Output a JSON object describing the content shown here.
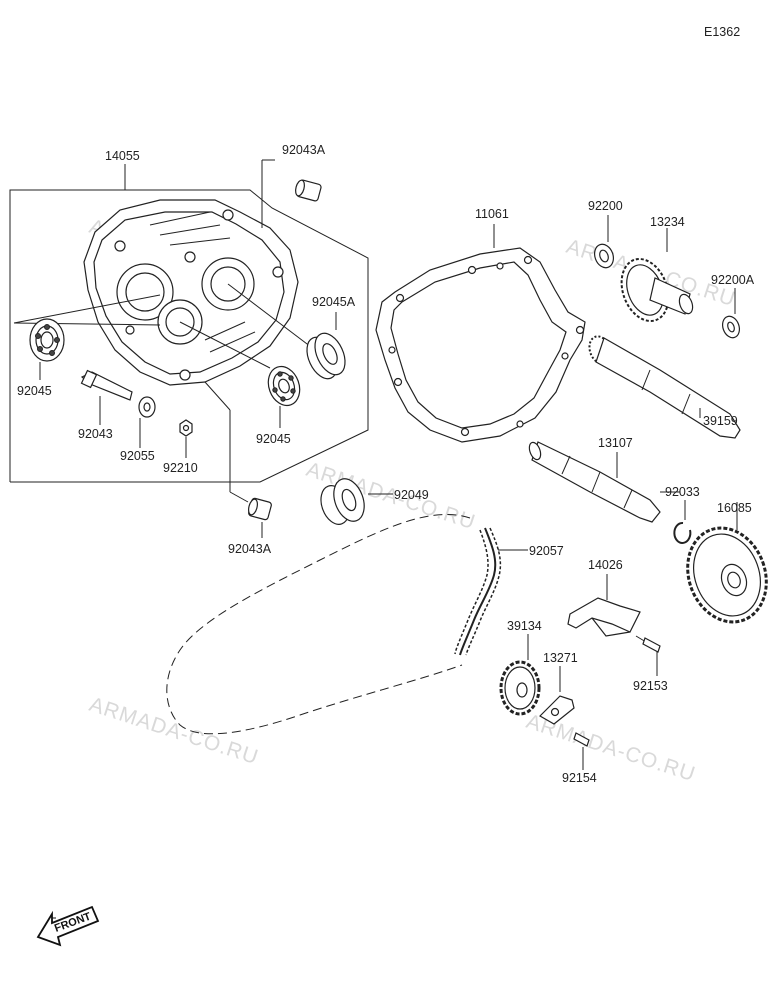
{
  "diagram": {
    "code": "E1362",
    "watermark": "ARMADA-CO.RU",
    "front_label": "FRONT",
    "parts": [
      {
        "id": "p14055",
        "label": "14055"
      },
      {
        "id": "p92043a_top",
        "label": "92043A"
      },
      {
        "id": "p11061",
        "label": "11061"
      },
      {
        "id": "p92200",
        "label": "92200"
      },
      {
        "id": "p13234",
        "label": "13234"
      },
      {
        "id": "p92200a",
        "label": "92200A"
      },
      {
        "id": "p92045a",
        "label": "92045A"
      },
      {
        "id": "p92045_l",
        "label": "92045"
      },
      {
        "id": "p92043",
        "label": "92043"
      },
      {
        "id": "p92055",
        "label": "92055"
      },
      {
        "id": "p92210",
        "label": "92210"
      },
      {
        "id": "p92045_r",
        "label": "92045"
      },
      {
        "id": "p39159",
        "label": "39159"
      },
      {
        "id": "p13107",
        "label": "13107"
      },
      {
        "id": "p92049",
        "label": "92049"
      },
      {
        "id": "p92033",
        "label": "92033"
      },
      {
        "id": "p16085",
        "label": "16085"
      },
      {
        "id": "p92043a_bot",
        "label": "92043A"
      },
      {
        "id": "p92057",
        "label": "92057"
      },
      {
        "id": "p14026",
        "label": "14026"
      },
      {
        "id": "p39134",
        "label": "39134"
      },
      {
        "id": "p13271",
        "label": "13271"
      },
      {
        "id": "p92153",
        "label": "92153"
      },
      {
        "id": "p92154",
        "label": "92154"
      }
    ]
  }
}
